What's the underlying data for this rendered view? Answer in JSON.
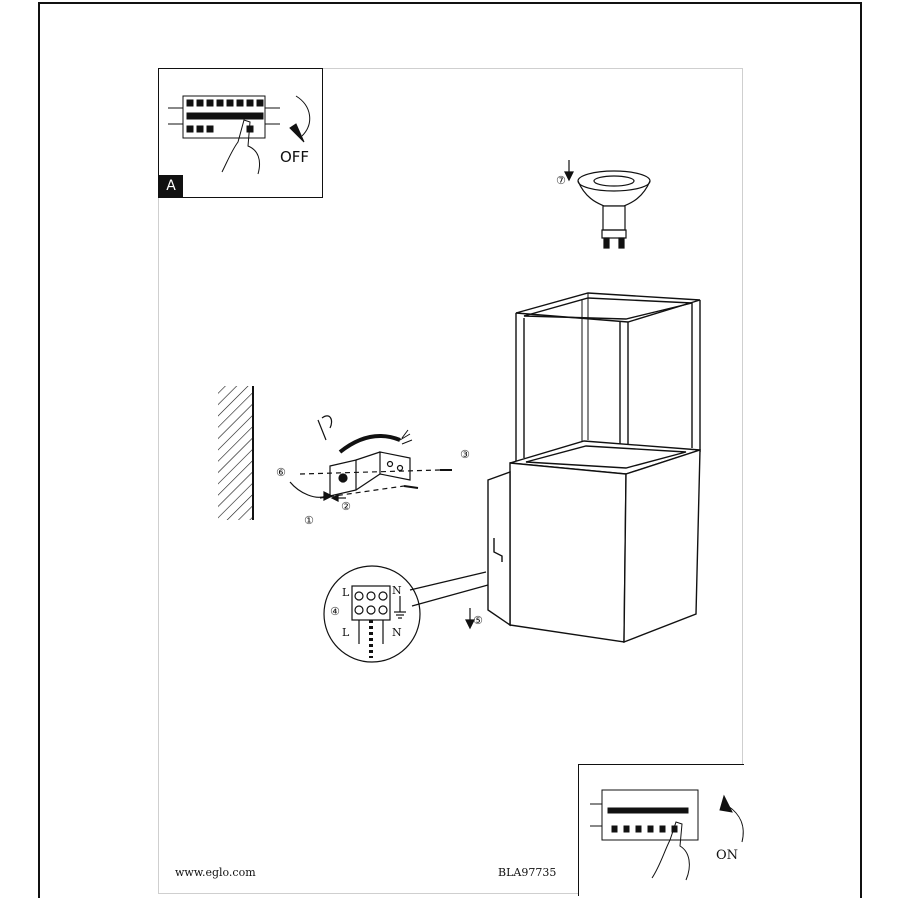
{
  "panel_a": {
    "tag": "A",
    "switch_label": "OFF"
  },
  "panel_on": {
    "switch_label": "ON"
  },
  "steps": [
    "①",
    "②",
    "③",
    "④",
    "⑤",
    "⑥",
    "⑦"
  ],
  "terminals": {
    "live_top": "L",
    "neutral_top": "N",
    "live_bottom": "L",
    "neutral_bottom": "N"
  },
  "footer": {
    "website": "www.eglo.com",
    "model": "BLA97735"
  }
}
